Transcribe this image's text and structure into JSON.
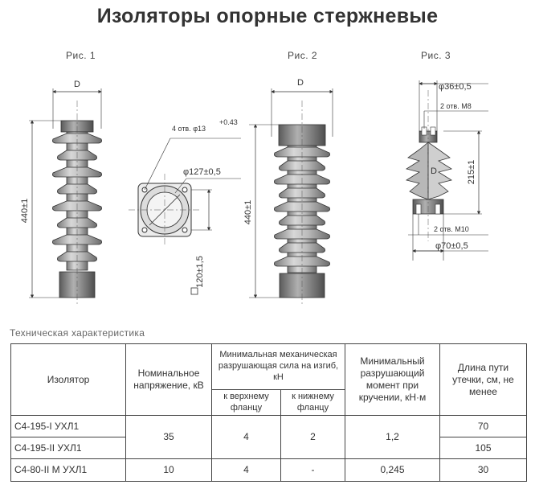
{
  "title": "Изоляторы опорные стержневые",
  "figures": {
    "fig1": {
      "label": "Рис. 1",
      "dim_d": "D",
      "height": "440±1"
    },
    "fig1_top": {
      "holes": "4 отв. φ13",
      "holes_tol": "+0.43",
      "diameter": "φ127±0,5",
      "height": "120±1,5"
    },
    "fig2": {
      "label": "Рис. 2",
      "dim_d": "D",
      "height": "440±1"
    },
    "fig3": {
      "label": "Рис. 3",
      "top_diam": "φ36±0,5",
      "top_holes": "2 отв. M8",
      "dim_d": "D",
      "height": "215±1",
      "bottom_holes": "2 отв. M10",
      "bottom_diam": "φ70±0,5"
    }
  },
  "caption": "Техническая характеристика",
  "table": {
    "headers": {
      "insulator": "Изолятор",
      "voltage": "Номинальное напряжение, кВ",
      "mech": "Минимальная механическая разрушающая сила на изгиб, кН",
      "mech_upper": "к верхнему фланцу",
      "mech_lower": "к нижнему фланцу",
      "torque": "Минимальный разрушающий момент при кручении, кН·м",
      "creepage": "Длина пути утечки, см, не менее"
    },
    "rows": [
      {
        "name": "С4-195-I УХЛ1",
        "voltage": "35",
        "upper": "4",
        "lower": "2",
        "torque": "1,2",
        "creepage": "70"
      },
      {
        "name": "С4-195-II УХЛ1",
        "creepage": "105"
      },
      {
        "name": "С4-80-II М УХЛ1",
        "voltage": "10",
        "upper": "4",
        "lower": "-",
        "torque": "0,245",
        "creepage": "30"
      }
    ]
  }
}
